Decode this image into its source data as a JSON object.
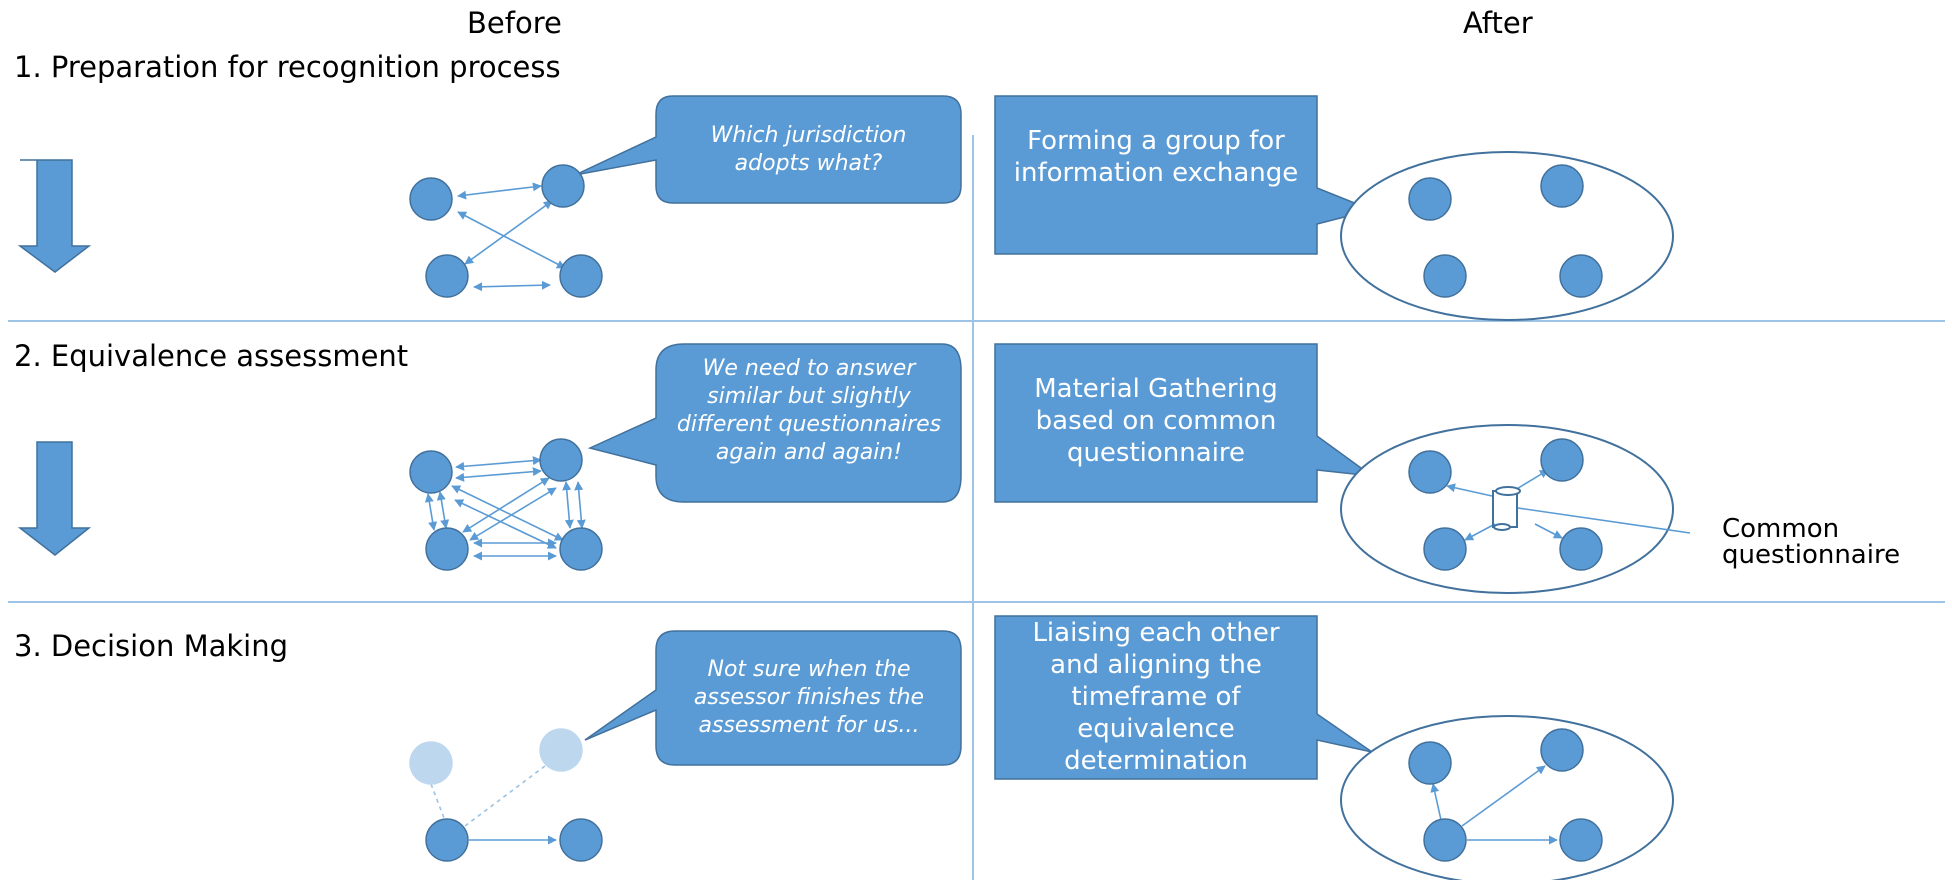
{
  "headers": {
    "before": "Before",
    "after": "After"
  },
  "steps": [
    {
      "title": "1. Preparation for recognition process",
      "before_bubble": "Which jurisdiction adopts what?",
      "after_box": "Forming a group for information exchange"
    },
    {
      "title": "2. Equivalence assessment",
      "before_bubble": "We need to answer similar but slightly different questionnaires again and again!",
      "after_box": "Material Gathering based on common questionnaire"
    },
    {
      "title": "3. Decision Making",
      "before_bubble": "Not sure when the assessor finishes the assessment for us...",
      "after_box": "Liaising each other and aligning the timeframe of equivalence determination"
    }
  ],
  "common_questionnaire_label": "Common questionnaire",
  "colors": {
    "fill": "#5b9bd5",
    "stroke": "#41719c",
    "faded": "#bdd7ee",
    "divider": "#9dc3e6"
  },
  "icons": {
    "flow_arrow": "down-arrow-icon",
    "questionnaire": "document-scroll-icon"
  }
}
